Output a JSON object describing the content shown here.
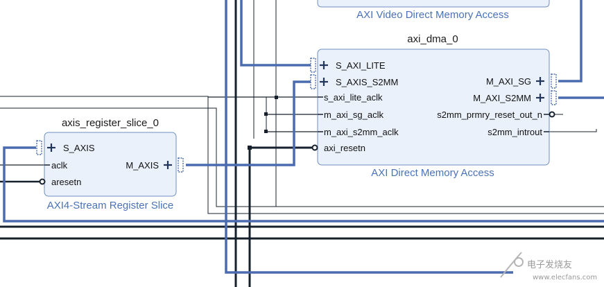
{
  "colors": {
    "bus": "#4a6bb0",
    "wire": "#16202c",
    "block_fill": "#eaf1fb",
    "block_stroke": "#6f8fbf",
    "subtitle": "#4a72b8"
  },
  "blocks": {
    "top_partial": {
      "subtitle": "AXI Video Direct Memory Access"
    },
    "dma": {
      "title": "axi_dma_0",
      "subtitle": "AXI Direct Memory Access",
      "left_ports": [
        "S_AXI_LITE",
        "S_AXIS_S2MM",
        "s_axi_lite_aclk",
        "m_axi_sg_aclk",
        "m_axi_s2mm_aclk",
        "axi_resetn"
      ],
      "right_ports": [
        "M_AXI_SG",
        "M_AXI_S2MM",
        "s2mm_prmry_reset_out_n",
        "s2mm_introut"
      ]
    },
    "slice": {
      "title": "axis_register_slice_0",
      "subtitle": "AXI4-Stream Register Slice",
      "left_ports": [
        "S_AXIS",
        "aclk",
        "aresetn"
      ],
      "right_ports": [
        "M_AXIS"
      ]
    }
  },
  "watermark": {
    "brand": "电子发烧友",
    "url": "www.elecfans.com"
  }
}
